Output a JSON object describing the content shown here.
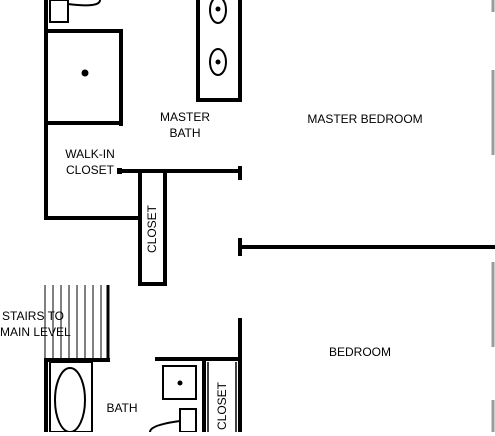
{
  "rooms": {
    "master_bath": {
      "line1": "MASTER",
      "line2": "BATH"
    },
    "master_bedroom": "MASTER BEDROOM",
    "walk_in_closet": {
      "line1": "WALK-IN",
      "line2": "CLOSET"
    },
    "closet_upper": "CLOSET",
    "stairs": {
      "line1": "STAIRS TO",
      "line2": "MAIN LEVEL"
    },
    "bedroom": "BEDROOM",
    "bath": "BATH",
    "closet_lower": "CLOSET"
  }
}
